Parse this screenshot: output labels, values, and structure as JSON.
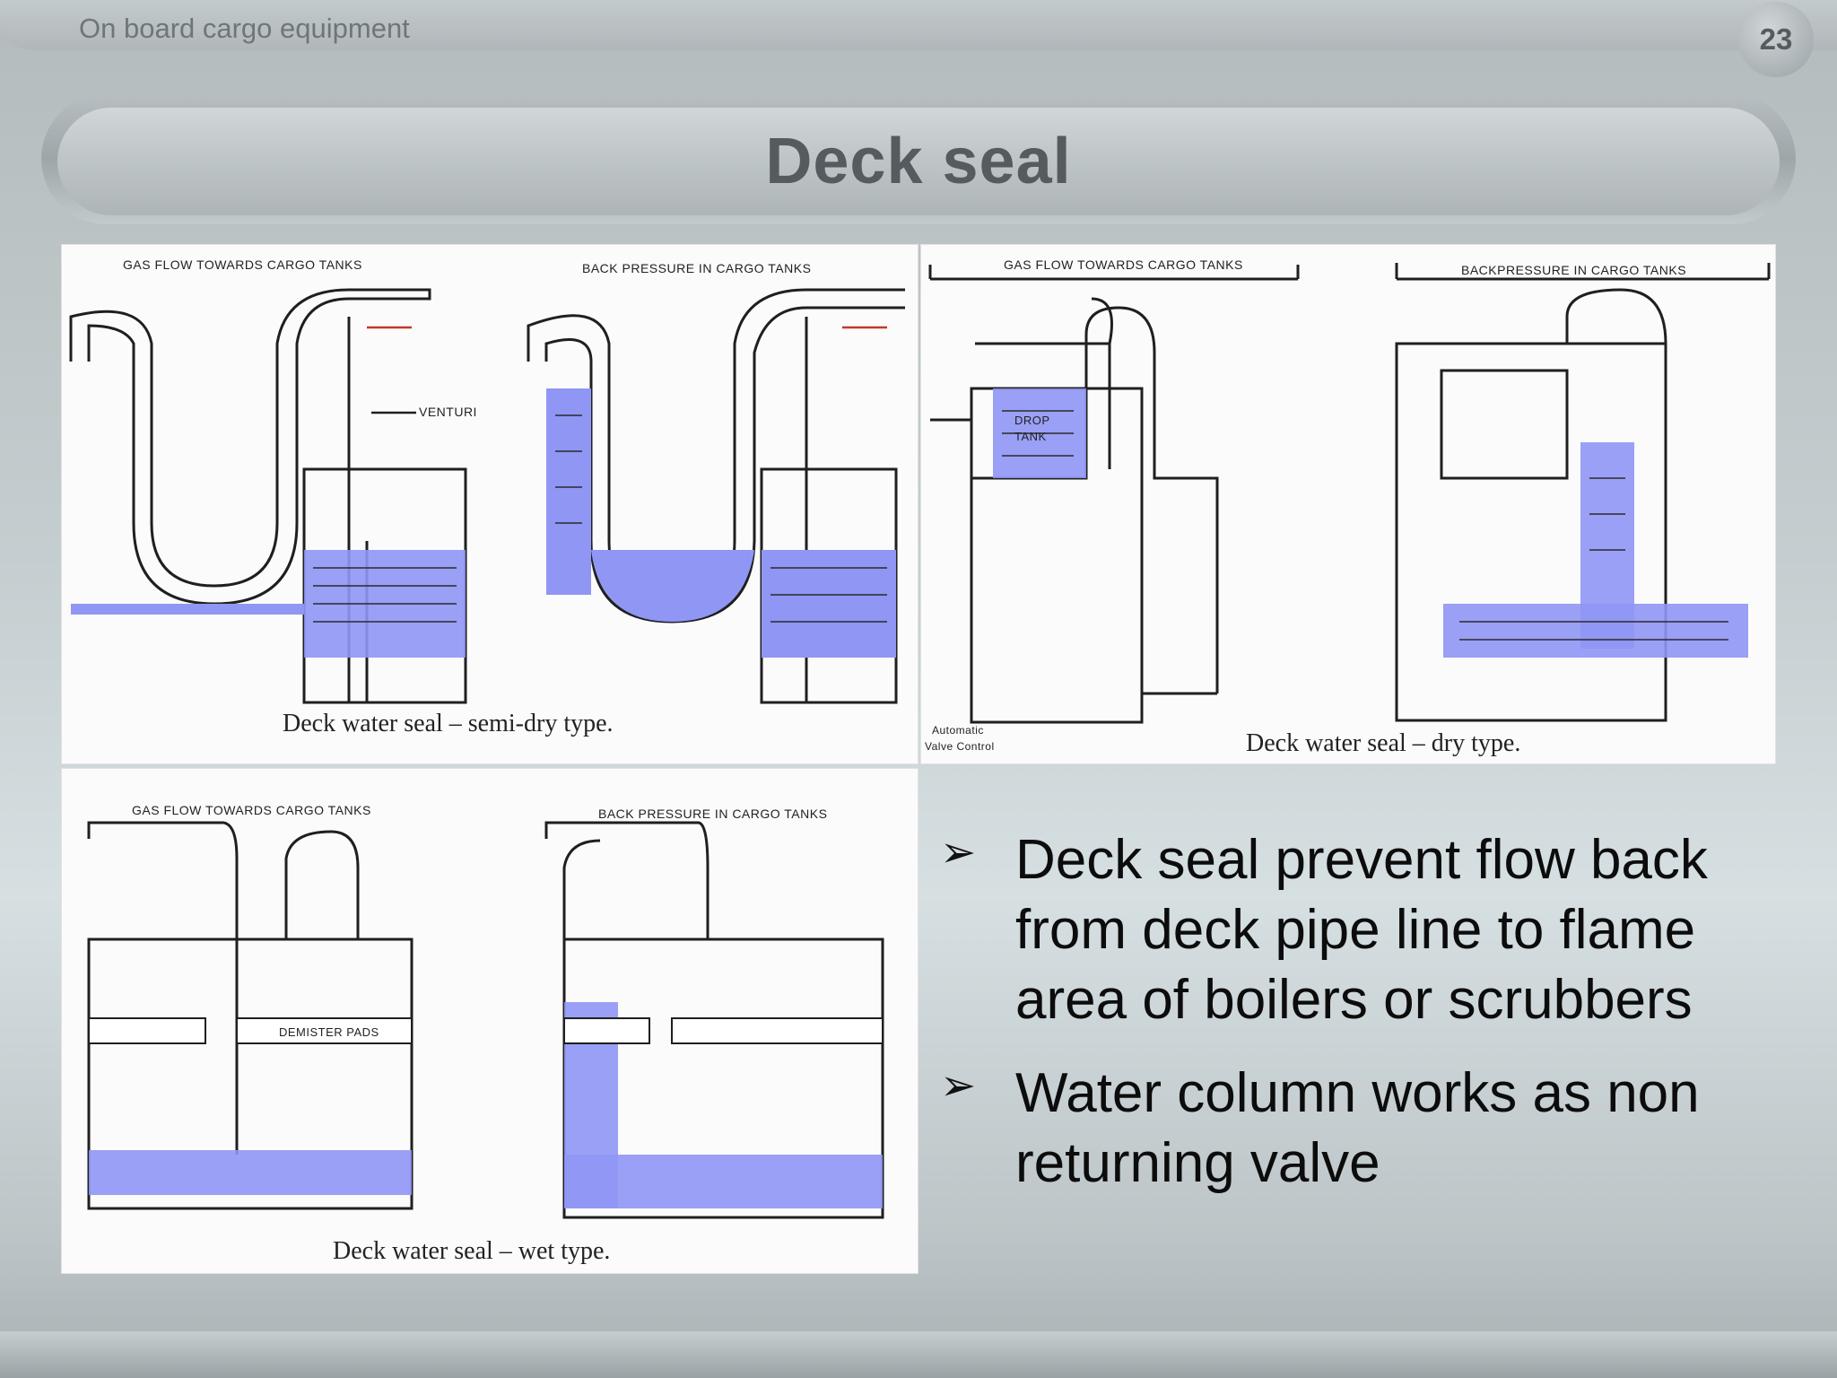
{
  "slide": {
    "header": "On board cargo equipment",
    "page_number": "23",
    "title": "Deck seal"
  },
  "figures": {
    "semi_dry": {
      "caption": "Deck water seal – semi-dry type.",
      "label_left": "GAS FLOW TOWARDS CARGO TANKS",
      "label_right": "BACK PRESSURE IN CARGO TANKS",
      "label_venturi": "VENTURI"
    },
    "dry": {
      "caption": "Deck water seal – dry type.",
      "label_left": "GAS FLOW TOWARDS CARGO TANKS",
      "label_right": "BACKPRESSURE IN CARGO TANKS",
      "label_drop_tank_1": "DROP",
      "label_drop_tank_2": "TANK",
      "label_valve_1": "Automatic",
      "label_valve_2": "Valve Control"
    },
    "wet": {
      "caption": "Deck water seal – wet type.",
      "label_left": "GAS FLOW TOWARDS CARGO TANKS",
      "label_right": "BACK PRESSURE IN CARGO TANKS",
      "label_demister": "DEMISTER PADS"
    }
  },
  "bullets": [
    "Deck seal prevent flow back from deck pipe line to flame area of boilers or scrubbers",
    "Water column works as non returning valve"
  ],
  "colors": {
    "water": "#8f96f4",
    "line": "#1f1f1f"
  }
}
